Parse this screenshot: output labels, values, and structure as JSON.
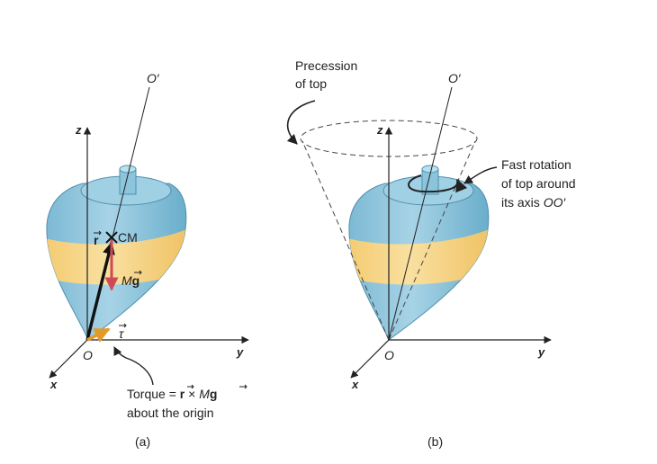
{
  "panel_a": {
    "caption": "(a)",
    "axis_z": "z",
    "axis_y": "y",
    "axis_x": "x",
    "origin": "O",
    "axis_top": "O′",
    "cm_label": "CM",
    "r_label": "r",
    "mg_label_m": "M",
    "mg_label_g": "g",
    "tau_label": "τ",
    "torque_line1_a": "Torque = ",
    "torque_line1_r": "r",
    "torque_line1_b": " × ",
    "torque_line1_m": "M",
    "torque_line1_g": "g",
    "torque_line2": "about the origin"
  },
  "panel_b": {
    "caption": "(b)",
    "axis_z": "z",
    "axis_y": "y",
    "axis_x": "x",
    "origin": "O",
    "axis_top": "O′",
    "precession_line1": "Precession",
    "precession_line2": "of top",
    "rotation_line1": "Fast rotation",
    "rotation_line2": "of top around",
    "rotation_line3_a": "its axis ",
    "rotation_line3_b": "OO′"
  },
  "colors": {
    "top_blue": "#8cc4dc",
    "top_blue_dark": "#5d9fbd",
    "top_band": "#f6d27e",
    "torque_arrow": "#e39a2a",
    "mg_arrow": "#cf4a55",
    "line": "#222222"
  }
}
